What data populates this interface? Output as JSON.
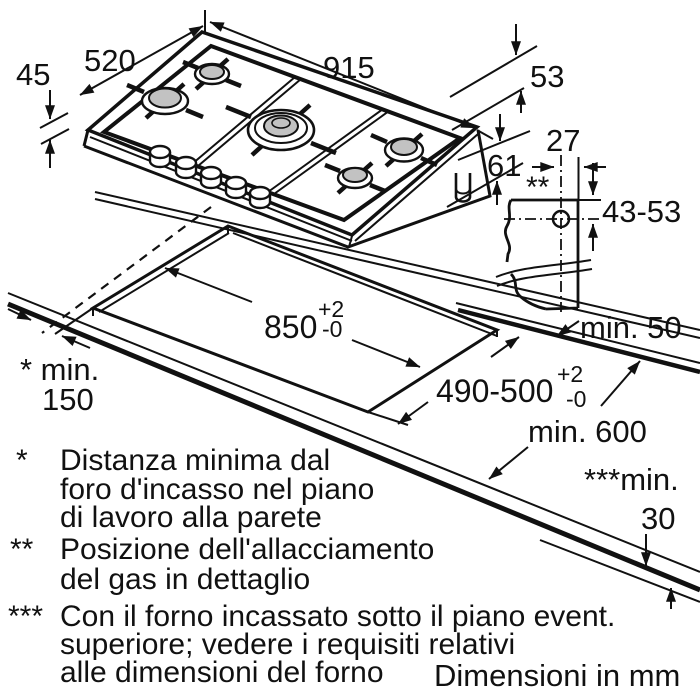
{
  "labels": {
    "hob_width": "915",
    "hob_depth": "520",
    "hob_height_left": "45",
    "hob_height_right": "53",
    "hob_below_worktop": "61",
    "gas_offset": "27",
    "gas_marker": "**",
    "gas_depth": "43-53",
    "cut_width": "850",
    "cut_width_tol_up": "+2",
    "cut_width_tol_dn": "-0",
    "cut_depth": "490-500",
    "cut_depth_tol_up": "+2",
    "cut_depth_tol_dn": "-0",
    "wall_min_a": "* min.",
    "wall_min_b": "150",
    "back_min": "min. 50",
    "worktop_min": "min. 600",
    "oven_min_a": "***min.",
    "oven_min_b": "30",
    "units": "Dimensioni in mm"
  },
  "footnotes": [
    {
      "marker": "*",
      "lines": [
        "Distanza minima dal",
        "foro d'incasso nel piano",
        "di lavoro alla parete"
      ]
    },
    {
      "marker": "**",
      "lines": [
        "Posizione dell'allacciamento",
        "del gas in dettaglio"
      ]
    },
    {
      "marker": "***",
      "lines": [
        "Con il forno incassato sotto il piano event.",
        "superiore; vedere i requisiti relativi",
        "alle dimensioni del forno"
      ]
    }
  ],
  "colors": {
    "line": "#111111",
    "burner_cap": "#c2c2c2",
    "background": "#ffffff"
  }
}
